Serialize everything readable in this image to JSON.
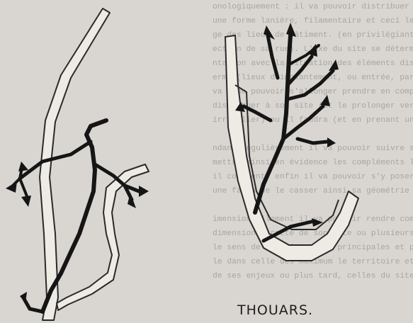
{
  "background_text": [
    "onologiquement : il va pouvoir distribuer son site",
    "une forme lanière, filamentaire et ceci le",
    "ge des lieux de bâtiment. (en privilégiant la dis-",
    "ection de sa rue). L'axe du site se détermine de",
    "ntation avec la situation des éléments distribués",
    "erme (lieux d'implantement, ou entrée, parc...).",
    "va donc pouvoir s'allonger prendre en compte le lon-",
    "distribuer à son site (et le prolonger vers",
    "irrégulier) ou il faudra (et en prenant une ligne))",
    "",
    "ndant/régulièrement il va pouvoir suivre son axe",
    "mettre ainsi en évidence les compléments lieux",
    "il contient, enfin il va pouvoir s'y poser et",
    "une façon de le casser ainsi sa géométrie",
    "",
    "imensionnellement il va pouvoir rendre compte",
    "dimension directe de son site ou plusieurs",
    "le sens de ses directions principales et plus",
    "le dans celle des maximum le territoire et",
    "de ses enjeux ou plus tard, celles du site"
  ],
  "caption": "THOUARS."
}
